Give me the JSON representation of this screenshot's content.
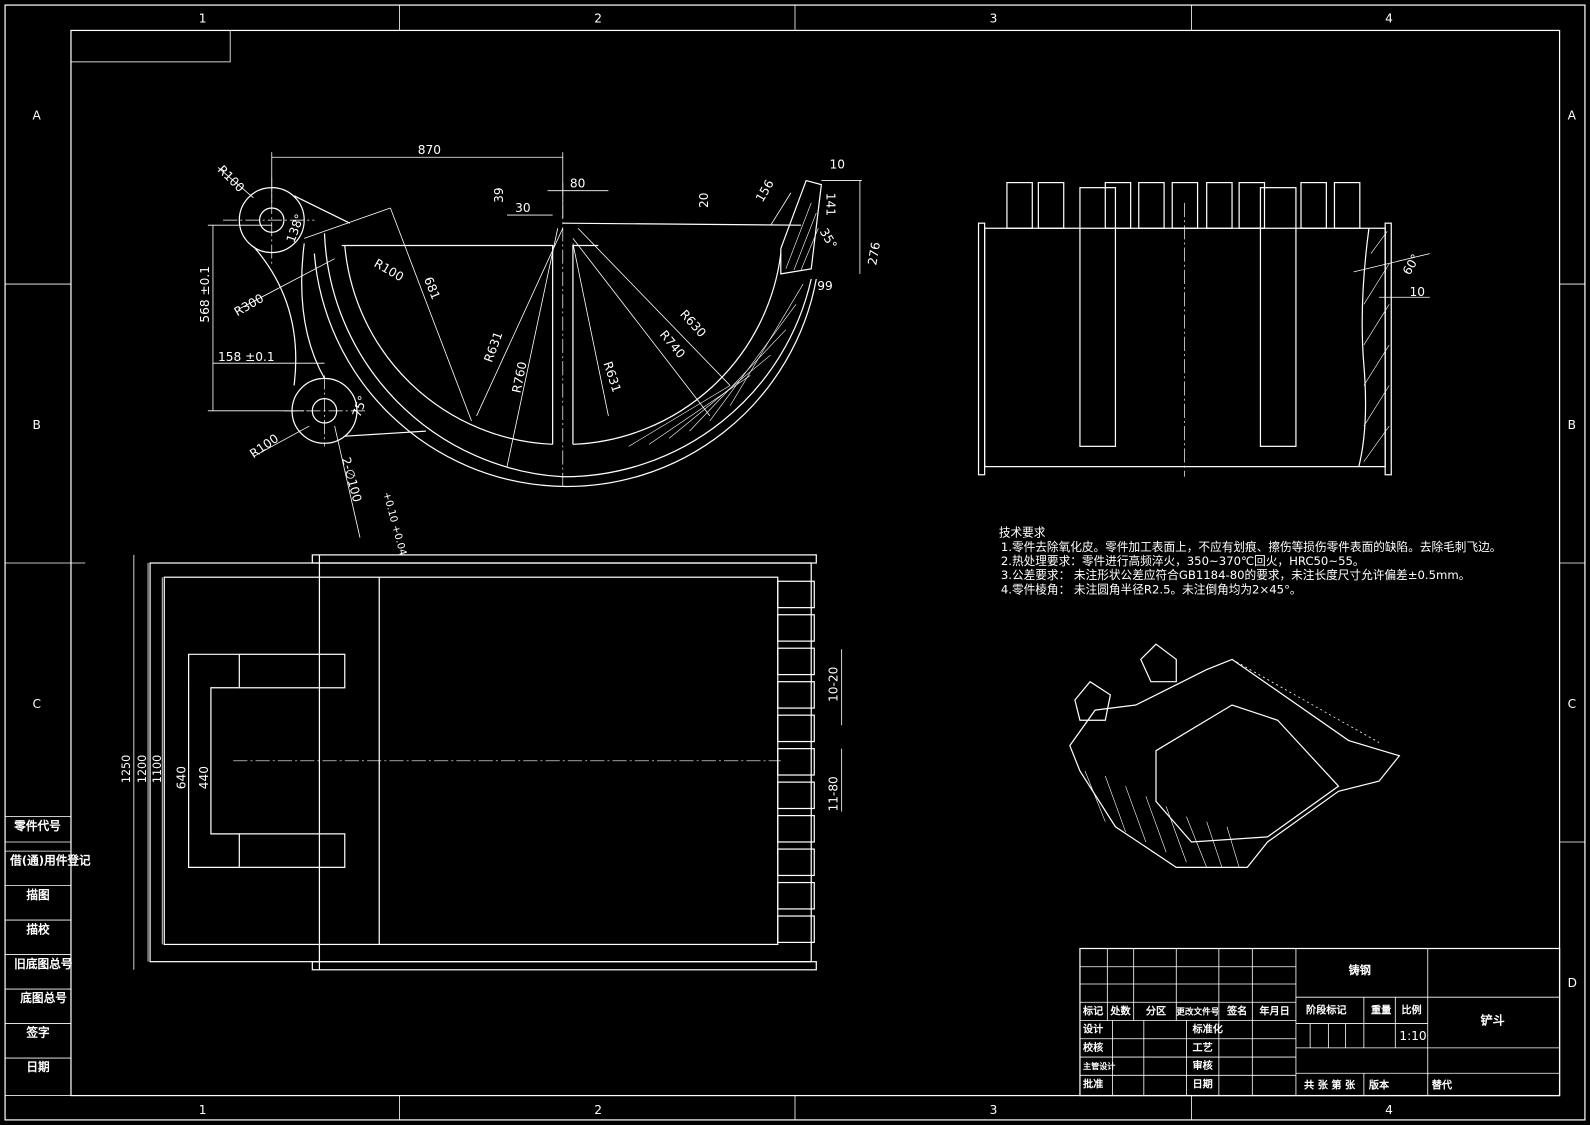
{
  "border": {
    "columns": [
      "1",
      "2",
      "3",
      "4"
    ],
    "rows": [
      "A",
      "B",
      "C",
      "D"
    ]
  },
  "dims": {
    "d870": "870",
    "d80": "80",
    "d10": "10",
    "d39": "39",
    "d30": "30",
    "d20": "20",
    "d156": "156",
    "d141": "141",
    "a35": "35°",
    "d276": "276",
    "d99": "99",
    "r100a": "R100",
    "a138": "138°",
    "r100b": "R100",
    "d681": "681",
    "r300": "R300",
    "d568": "568 ±0.1",
    "d158": "158 ±0.1",
    "r631a": "R631",
    "r760": "R760",
    "r631b": "R631",
    "r740": "R740",
    "r630": "R630",
    "a75": "75°",
    "r100c": "R100",
    "hole": "2-∅100",
    "tol": "+0.10 +0.04",
    "a60": "60°",
    "d10b": "10",
    "d1250": "1250",
    "d1200": "1200",
    "d1100": "1100",
    "d640": "640",
    "d440": "440",
    "d1020": "10-20",
    "d1180": "11-80"
  },
  "requirements": {
    "title": "技术要求",
    "items": [
      "1.零件去除氧化皮。零件加工表面上，不应有划痕、擦伤等损伤零件表面的缺陷。去除毛刺飞边。",
      "2.热处理要求：零件进行高频淬火，350~370℃回火，HRC50~55。",
      "3.公差要求：   未注形状公差应符合GB1184-80的要求，未注长度尺寸允许偏差±0.5mm。",
      "4.零件棱角：   未注圆角半径R2.5。未注倒角均为2×45°。"
    ]
  },
  "side_labels": [
    "零件代号",
    "借(通)用件登记",
    "描图",
    "描校",
    "旧底图总号",
    "底图总号",
    "签字",
    "日期"
  ],
  "title_block": {
    "headers": [
      "标记",
      "处数",
      "分区",
      "更改文件号",
      "签名",
      "年月日"
    ],
    "roles": [
      "设计",
      "校核",
      "主管设计",
      "批准"
    ],
    "roles2": [
      "标准化",
      "工艺",
      "审核",
      "日期"
    ],
    "material": "铸钢",
    "stage_label": "阶段标记",
    "weight_label": "重量",
    "scale_label": "比例",
    "scale": "1:10",
    "part_name": "铲斗",
    "sheets": "共 张 第 张",
    "version": "版本",
    "replaces": "替代"
  }
}
